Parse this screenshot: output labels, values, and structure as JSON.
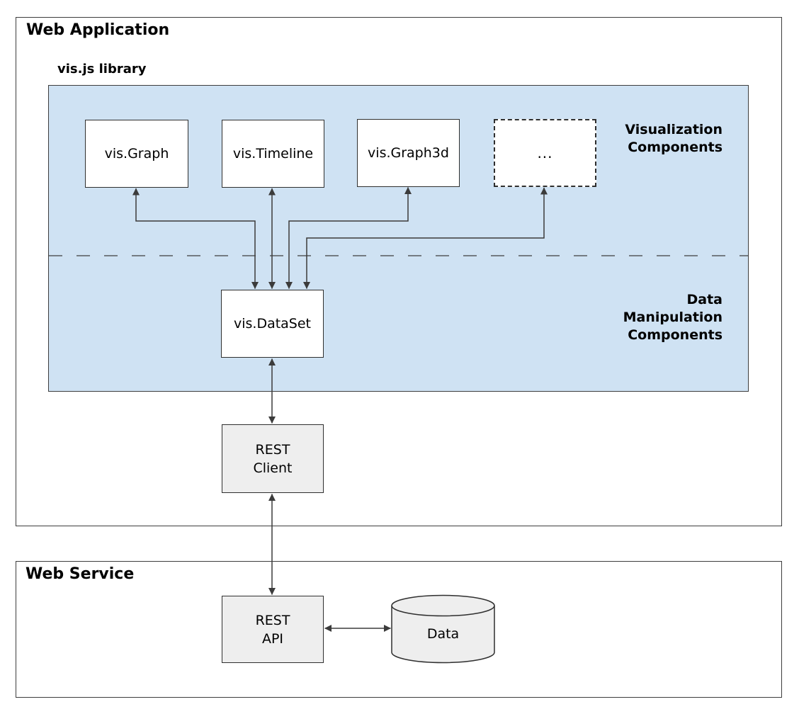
{
  "diagram": {
    "web_application": {
      "title": "Web Application"
    },
    "vis_library": {
      "title": "vis.js library",
      "section_labels": {
        "visualization": "Visualization\nComponents",
        "data_manipulation": "Data\nManipulation\nComponents"
      },
      "nodes": {
        "graph": "vis.Graph",
        "timeline": "vis.Timeline",
        "graph3d": "vis.Graph3d",
        "more": "...",
        "dataset": "vis.DataSet"
      }
    },
    "rest_client": "REST\nClient",
    "web_service": {
      "title": "Web Service",
      "rest_api": "REST\nAPI",
      "data_store": "Data"
    },
    "colors": {
      "library_fill": "#cfe2f3",
      "node_fill": "#ffffff",
      "service_node_fill": "#eeeeee",
      "line": "#3b3b3b"
    }
  }
}
